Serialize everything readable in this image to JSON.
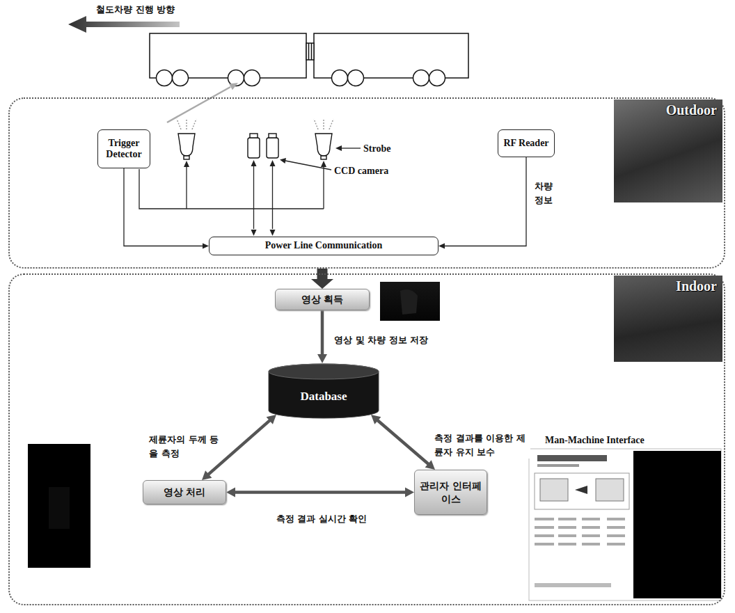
{
  "diagram": {
    "nodes": [
      {
        "text": [
          "Outdoor"
        ]
      },
      {
        "text": [
          "Trigger Detector"
        ],
        "in": 0
      },
      {
        "text": [
          "RF Reader"
        ],
        "in": 0
      },
      {
        "text": [
          "Power Line Communication"
        ],
        "in": 0
      },
      {
        "text": [
          "Indoor"
        ]
      },
      {
        "text": [
          "영상 획득"
        ],
        "in": 4
      },
      {
        "text": [
          "Database"
        ],
        "in": 4
      },
      {
        "text": [
          "영상 처리"
        ],
        "in": 4
      },
      {
        "text": [
          "관리자 인터페이스"
        ],
        "in": 4
      }
    ],
    "edges": [
      {
        "from": 1,
        "to": 3,
        "arrow": "to"
      },
      {
        "from": 2,
        "to": 3,
        "arrow": "to",
        "label": "차량 정보"
      },
      {
        "from": 0,
        "to": 5,
        "arrow": "to"
      },
      {
        "from": 5,
        "to": 6,
        "arrow": "to",
        "label": "영상 및 차량 정보 저장"
      },
      {
        "from": 6,
        "to": 7,
        "arrow": "both",
        "label": "제륜자의 두께 등을 측정"
      },
      {
        "from": 6,
        "to": 8,
        "arrow": "both",
        "label": "측정 결과를 이용한 제륜자 유지 보수"
      },
      {
        "from": 7,
        "to": 8,
        "arrow": "both",
        "label": "측정 결과 실시간 확인"
      }
    ],
    "labels": [
      "철도차량 진행 방향",
      "Strobe",
      "CCD camera",
      "Man-Machine Interface"
    ]
  }
}
